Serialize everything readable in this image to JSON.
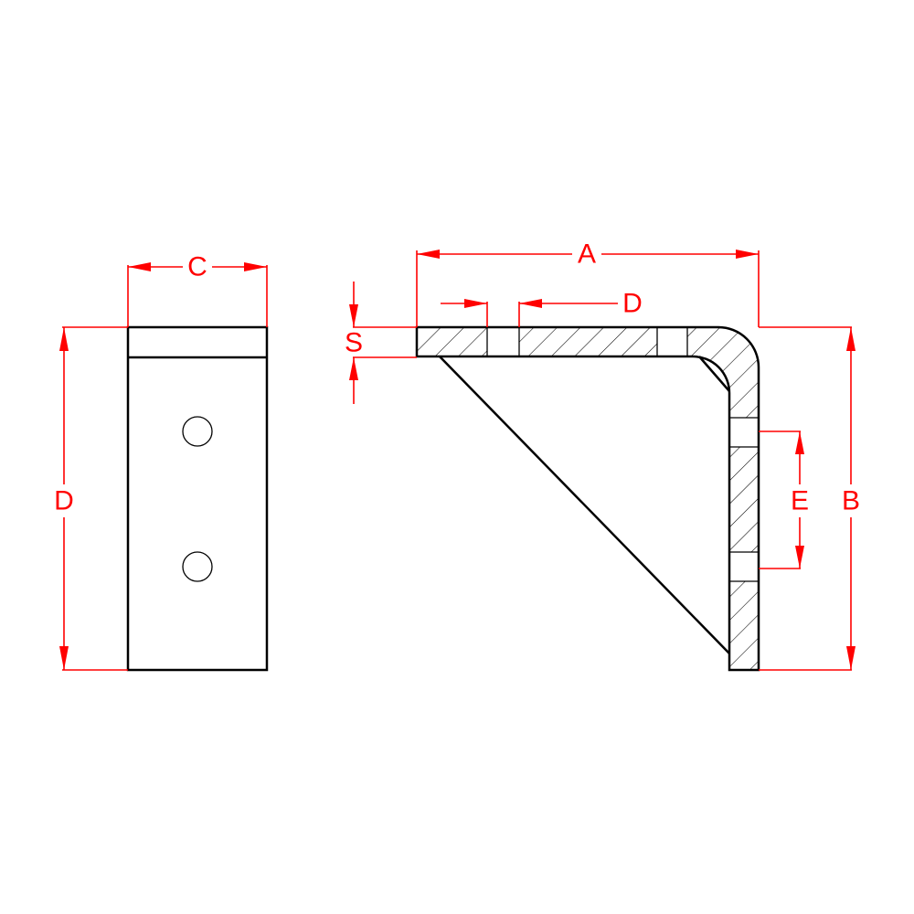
{
  "drawing": {
    "title": "Angle bracket dimension drawing",
    "colors": {
      "object": "#000000",
      "dimension": "#ff0000",
      "background": "#ffffff"
    },
    "views": {
      "front_view": {
        "holes": 2
      },
      "side_section_view": {
        "hatched": true,
        "slots_horizontal_leg": 1,
        "slots_vertical_leg": 2
      }
    },
    "dimensions": {
      "A": "A",
      "B": "B",
      "C": "C",
      "D_front": "D",
      "D_section": "D",
      "E": "E",
      "S": "S"
    }
  }
}
